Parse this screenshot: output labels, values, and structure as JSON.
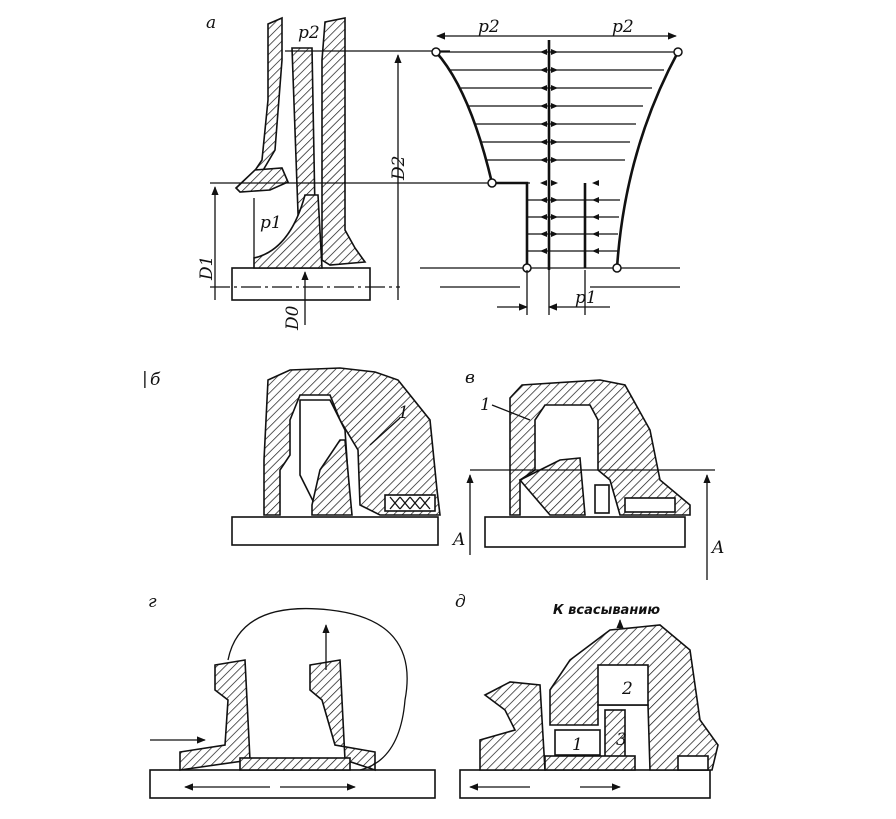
{
  "figure": {
    "panel_a": {
      "label": "а",
      "p2_impeller": "p2",
      "p1_impeller": "p1",
      "D2": "D2",
      "D1": "D1",
      "D0": "D0",
      "p2_left": "p2",
      "p2_right": "p2",
      "p1_diagram": "p1"
    },
    "panel_b": {
      "label": "б",
      "marker": "|",
      "part1": "1"
    },
    "panel_v": {
      "label": "в",
      "part1": "1",
      "dim_left": "A",
      "dim_right": "A"
    },
    "panel_g": {
      "label": "г"
    },
    "panel_d": {
      "label": "д",
      "suction_note": "К всасыванию",
      "part2": "2",
      "part1": "1",
      "part3": "3"
    }
  }
}
